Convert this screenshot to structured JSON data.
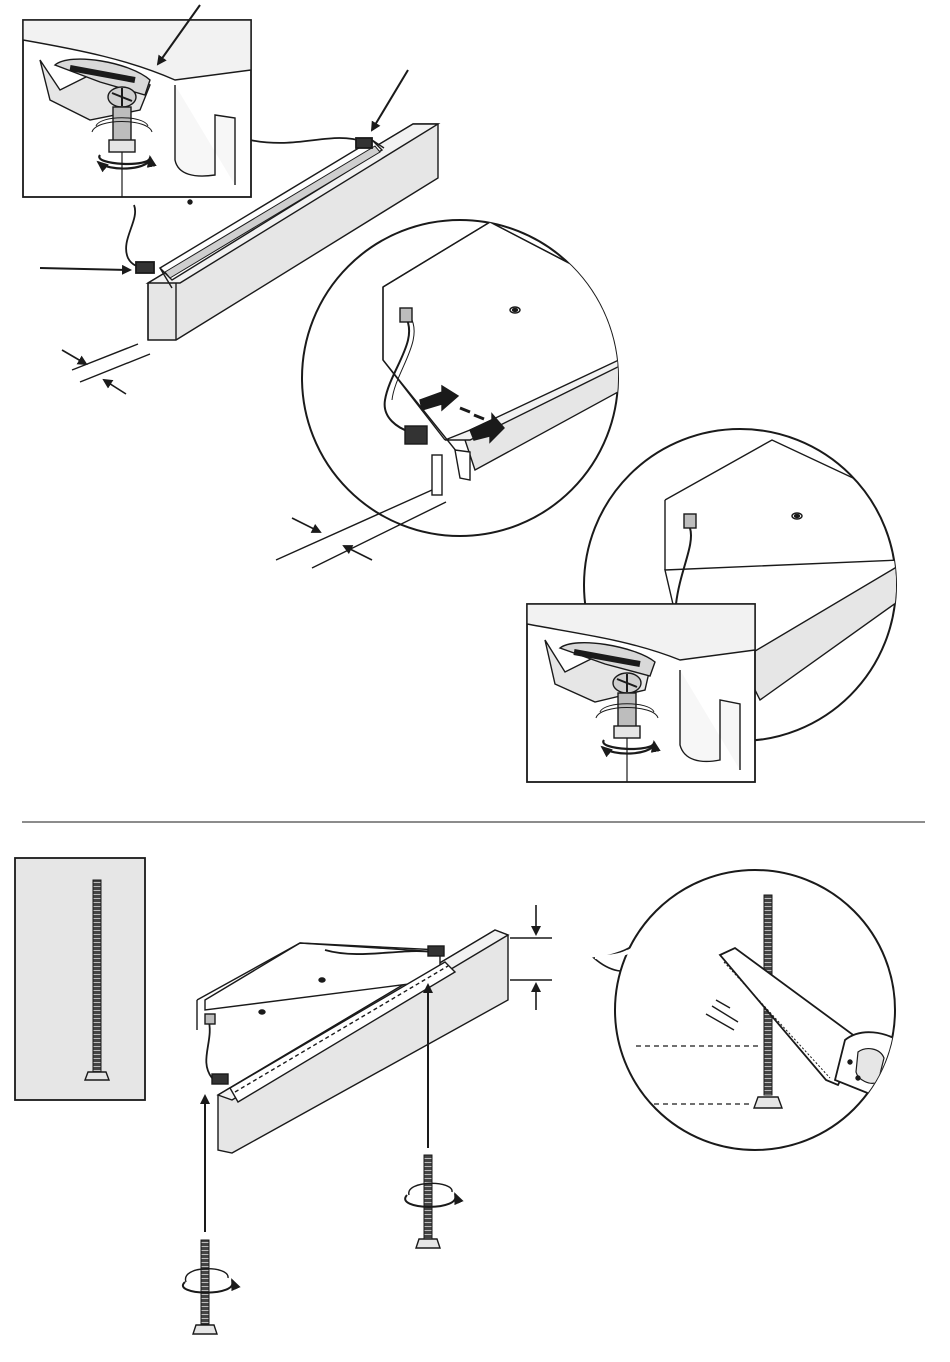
{
  "document": {
    "type": "assembly-instruction-illustration",
    "panels": [
      {
        "id": "top",
        "description_visible_text": ""
      },
      {
        "id": "bottom",
        "description_visible_text": ""
      }
    ],
    "colors": {
      "ink": "#1a1a1a",
      "panel_fill": "#e6e6e6",
      "light_fill": "#f2f2f2",
      "mid_fill": "#d9d9d9",
      "paper": "#ffffff"
    },
    "icons": [
      "wrench-nut-tightening-icon",
      "rotation-arrow-icon",
      "cable-clip-icon",
      "threaded-rod-icon",
      "hand-saw-icon",
      "push-arrow-icon",
      "magnifier-callout-icon"
    ]
  }
}
